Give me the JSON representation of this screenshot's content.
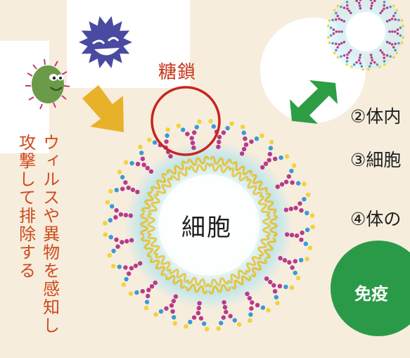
{
  "labels": {
    "glycan": "糖鎖",
    "cell": "細胞",
    "item2": "②体内",
    "item3": "③細胞",
    "item4": "④体の",
    "immune": "免疫",
    "vertical_col1": "ウィルスや異物を感知し",
    "vertical_col2": "攻撃して排除する"
  },
  "colors": {
    "background": "#f6eddd",
    "glycan_text": "#c8351b",
    "glycan_circle": "#c9241e",
    "vertical_text": "#cf4a1c",
    "immune_circle": "#2a9a48",
    "arrow_yellow": "#e8b12a",
    "arrow_green": "#2d9d46",
    "virus": "#4a4aa0",
    "bacteria": "#6b9a48",
    "membrane": "#e8c23a",
    "glow": "#bfe6ec",
    "sugar_magenta": "#b73a8c",
    "sugar_yellow": "#f1d23a",
    "sugar_blue": "#3a9ad6"
  },
  "icons": [
    "virus-icon",
    "bacteria-icon",
    "arrow-down-right-icon",
    "double-arrow-icon"
  ]
}
